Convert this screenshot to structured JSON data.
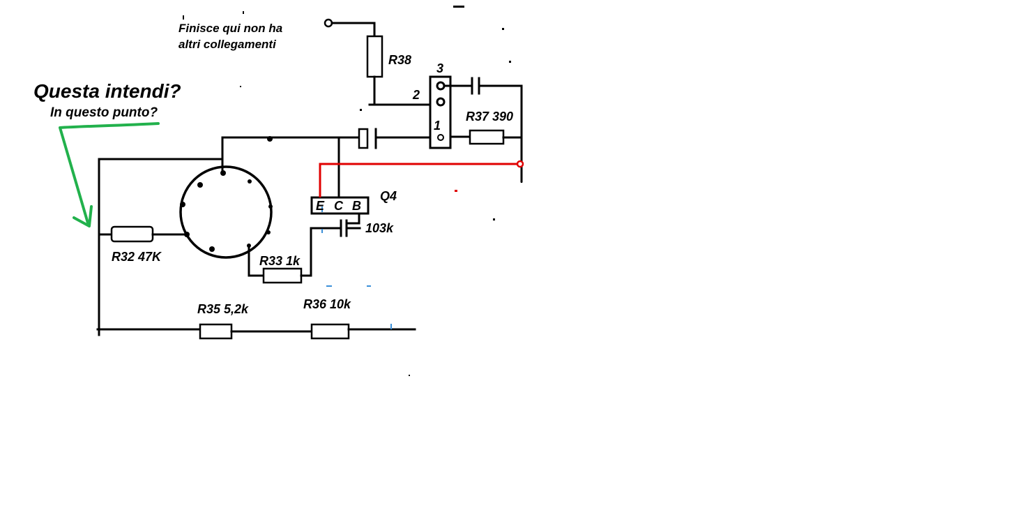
{
  "annotations": {
    "note_line1": "Finisce qui non ha",
    "note_line2": "altri collegamenti",
    "question": "Questa intendi?",
    "question_sub": "In questo punto?"
  },
  "components": {
    "r38": "R38",
    "r37": "R37 390",
    "r32": "R32 47K",
    "r33": "R33 1k",
    "r35": "R35 5,2k",
    "r36": "R36 10k",
    "q4": "Q4",
    "cap_103k": "103k"
  },
  "pins": {
    "pin3": "3",
    "pin2": "2",
    "pin1": "1"
  },
  "transistor_pins": {
    "e": "E",
    "c": "C",
    "b": "B"
  },
  "colors": {
    "wire": "#000000",
    "highlight_wire": "#e00000",
    "arrow": "#22b14c",
    "marker": "#3a8fd8"
  }
}
